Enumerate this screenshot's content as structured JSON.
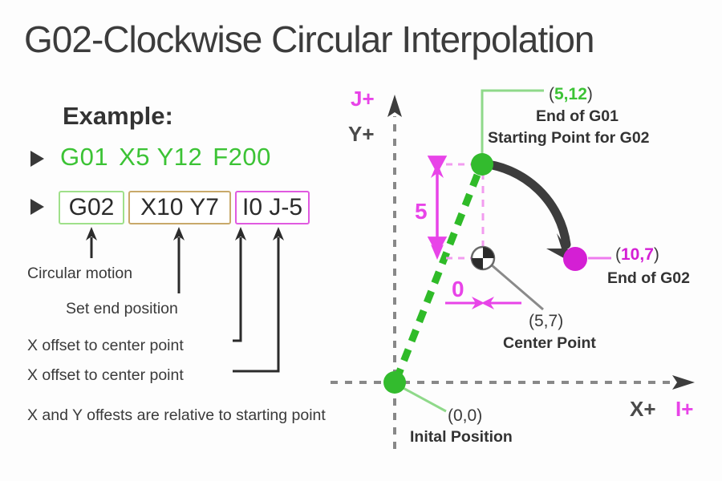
{
  "title": "G02-Clockwise Circular Interpolation",
  "example": {
    "heading": "Example:",
    "bullet_icon": "triangle-right-icon",
    "line1": {
      "code": "G01",
      "coords": "X5 Y12",
      "feed": "F200",
      "color": "#3cc335"
    },
    "line2": {
      "boxes": [
        {
          "label": "G02",
          "border_color": "#9fe08a"
        },
        {
          "label": "X10 Y7",
          "border_color": "#c8a96a"
        },
        {
          "label": "I0 J-5",
          "border_color": "#e05ae0"
        }
      ]
    },
    "notes": [
      "Circular motion",
      "Set end position",
      "X offset to center point",
      "X offset to center point",
      "X and Y offests are relative to starting point"
    ]
  },
  "diagram": {
    "axes": {
      "y_label": "Y+",
      "j_label": "J+",
      "x_label": "X+",
      "i_label": "I+",
      "y_color": "#4a4a4a",
      "j_color": "#e844e8",
      "x_color": "#4a4a4a",
      "i_color": "#e844e8"
    },
    "points": {
      "start": {
        "coord_open": "(",
        "coord_value": "5,12",
        "coord_close": ")",
        "caption_line1": "End of G01",
        "caption_line2": "Starting Point for G02",
        "color": "#33bb2e"
      },
      "end": {
        "coord_open": "(",
        "coord_value": "10,7",
        "coord_close": ")",
        "caption_line1": "End of G02",
        "color": "#d41fd4"
      },
      "center": {
        "coord_open": "(",
        "coord_value": "5,7",
        "coord_close": ")",
        "caption_line1": "Center Point",
        "color": "#555555"
      },
      "origin": {
        "coord_open": "(",
        "coord_value": "0,0",
        "coord_close": ")",
        "caption_line1": "Inital Position",
        "color": "#33bb2e"
      }
    },
    "dimensions": {
      "vertical_label": "5",
      "horizontal_label": "0",
      "color": "#e844e8"
    },
    "arc": {
      "direction": "clockwise",
      "color": "#3d3d3d"
    }
  },
  "chart_data": {
    "type": "scatter",
    "title": "G02-Clockwise Circular Interpolation",
    "xlabel": "X+ / I+",
    "ylabel": "Y+ / J+",
    "xlim": [
      0,
      14
    ],
    "ylim": [
      0,
      15
    ],
    "grid": false,
    "legend": "none",
    "points": [
      {
        "name": "Inital Position",
        "x": 0,
        "y": 0,
        "color": "#33bb2e"
      },
      {
        "name": "End of G01 / Start of G02",
        "x": 5,
        "y": 12,
        "color": "#33bb2e"
      },
      {
        "name": "Center Point",
        "x": 5,
        "y": 7,
        "color": "#555555"
      },
      {
        "name": "End of G02",
        "x": 10,
        "y": 7,
        "color": "#d41fd4"
      }
    ],
    "series": [
      {
        "name": "G01 linear move",
        "style": "dashed",
        "color": "#33bb2e",
        "x": [
          0,
          5
        ],
        "y": [
          0,
          12
        ]
      },
      {
        "name": "G02 clockwise arc",
        "style": "solid-arrow",
        "color": "#3d3d3d",
        "center": [
          5,
          7
        ],
        "radius": 5,
        "start_angle": 90,
        "end_angle": 0
      }
    ],
    "annotations": [
      {
        "text": "5",
        "type": "dimension",
        "axis": "y",
        "from": 7,
        "to": 12,
        "color": "#e844e8"
      },
      {
        "text": "0",
        "type": "dimension",
        "axis": "x",
        "from": 5,
        "to": 5,
        "color": "#e844e8"
      }
    ]
  }
}
